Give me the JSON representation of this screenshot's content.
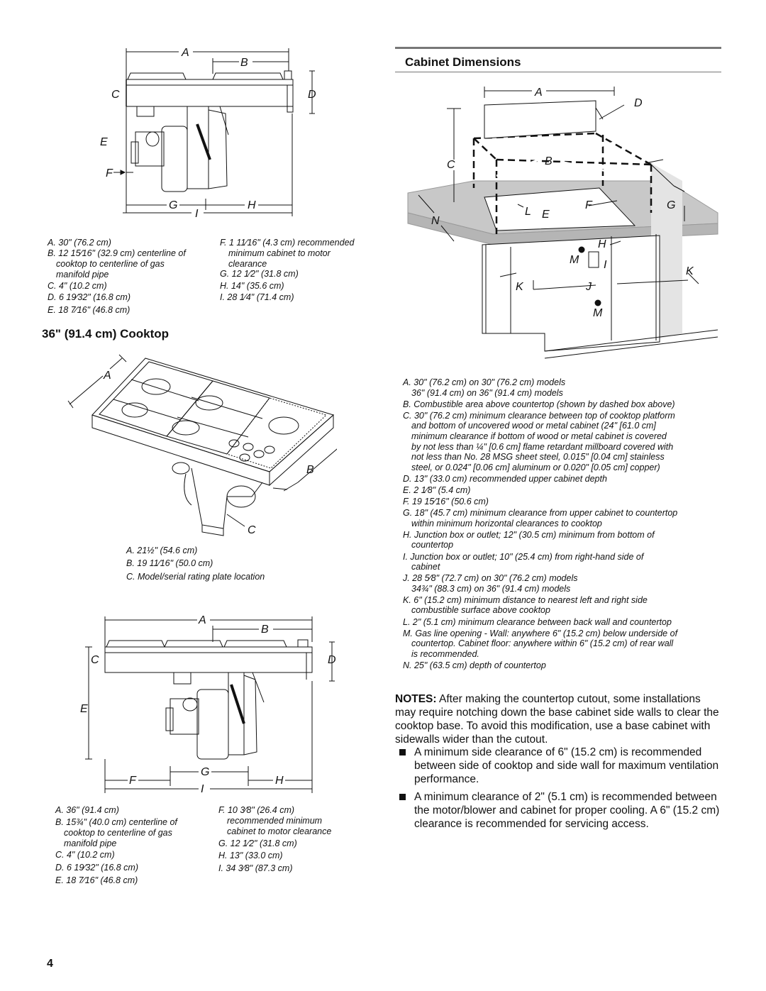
{
  "top_diagram": {
    "labels": {
      "A": "A",
      "B": "B",
      "C": "C",
      "D": "D",
      "E": "E",
      "F": "F",
      "G": "G",
      "H": "H",
      "I": "I"
    },
    "legend_left": [
      {
        "t": "A. 30\" (76.2 cm)"
      },
      {
        "t": "B. 12 15⁄16\" (32.9 cm) centerline of",
        "c": "cooktop to centerline of gas",
        "c2": "manifold pipe"
      },
      {
        "t": "C. 4\" (10.2 cm)"
      },
      {
        "t": "D. 6 19⁄32\" (16.8 cm)"
      },
      {
        "t": "E. 18 7⁄16\" (46.8 cm)"
      }
    ],
    "legend_right": [
      {
        "t": "F. 1 11⁄16\" (4.3 cm) recommended",
        "c": "minimum cabinet to motor",
        "c2": "clearance"
      },
      {
        "t": "G. 12 1⁄2\" (31.8 cm)"
      },
      {
        "t": "H. 14\" (35.6 cm)"
      },
      {
        "t": "I. 28 1⁄4\" (71.4 cm)"
      }
    ]
  },
  "section_36": {
    "heading": "36\" (91.4 cm) Cooktop",
    "iso_labels": {
      "A": "A",
      "B": "B",
      "C": "C"
    },
    "iso_legend": [
      "A. 21½\" (54.6 cm)",
      "B. 19 11⁄16\" (50.0 cm)",
      "C. Model/serial rating plate location"
    ],
    "side_labels": {
      "A": "A",
      "B": "B",
      "C": "C",
      "D": "D",
      "E": "E",
      "F": "F",
      "G": "G",
      "H": "H",
      "I": "I"
    },
    "legend_left": [
      {
        "t": "A. 36\" (91.4 cm)"
      },
      {
        "t": "B. 15¾\" (40.0 cm) centerline of",
        "c": "cooktop to centerline of gas",
        "c2": "manifold pipe"
      },
      {
        "t": "C. 4\" (10.2 cm)"
      },
      {
        "t": "D. 6 19⁄32\" (16.8 cm)"
      },
      {
        "t": "E. 18 7⁄16\" (46.8 cm)"
      }
    ],
    "legend_right": [
      {
        "t": "F. 10 3⁄8\" (26.4 cm)",
        "c": "recommended minimum",
        "c2": "cabinet to motor clearance"
      },
      {
        "t": "G. 12 1⁄2\" (31.8 cm)"
      },
      {
        "t": "H. 13\" (33.0 cm)"
      },
      {
        "t": "I. 34 3⁄8\" (87.3 cm)"
      }
    ]
  },
  "cabinet": {
    "heading": "Cabinet Dimensions",
    "labels": {
      "A": "A",
      "B": "B",
      "C": "C",
      "D": "D",
      "E": "E",
      "F": "F",
      "G": "G",
      "H": "H",
      "I": "I",
      "J": "J",
      "K": "K",
      "L": "L",
      "M": "M",
      "N": "N"
    },
    "legend": [
      {
        "t": "A. 30\" (76.2 cm) on 30\" (76.2 cm) models",
        "c": "36\" (91.4 cm) on 36\" (91.4 cm) models"
      },
      {
        "t": "B. Combustible area above countertop (shown by dashed box above)"
      },
      {
        "t": "C. 30\" (76.2 cm) minimum clearance between top of cooktop platform",
        "c": "and bottom of uncovered wood or metal cabinet (24\" [61.0 cm]",
        "c2": "minimum clearance if bottom of wood or metal cabinet is covered",
        "c3": "by not less than ¼\" [0.6 cm] flame retardant millboard covered with",
        "c4": "not less than No. 28 MSG sheet steel, 0.015\" [0.04 cm] stainless",
        "c5": "steel, or 0.024\" [0.06 cm] aluminum or 0.020\" [0.05 cm] copper)"
      },
      {
        "t": "D. 13\" (33.0 cm) recommended upper cabinet depth"
      },
      {
        "t": "E. 2 1⁄8\" (5.4 cm)"
      },
      {
        "t": "F. 19 15⁄16\" (50.6 cm)"
      },
      {
        "t": "G. 18\" (45.7 cm) minimum clearance from upper cabinet to countertop",
        "c": "within minimum horizontal clearances to cooktop"
      },
      {
        "t": "H. Junction box or outlet; 12\" (30.5 cm) minimum from bottom of",
        "c": "countertop"
      },
      {
        "t": "I. Junction box or outlet; 10\" (25.4 cm) from right-hand side of",
        "c": "cabinet"
      },
      {
        "t": "J. 28 5⁄8\" (72.7 cm) on 30\" (76.2 cm) models",
        "c": "34¾\" (88.3 cm) on 36\" (91.4 cm) models"
      },
      {
        "t": "K. 6\" (15.2 cm) minimum distance to nearest left and right side",
        "c": "combustible surface above cooktop"
      },
      {
        "t": "L. 2\" (5.1 cm) minimum clearance between back wall and countertop"
      },
      {
        "t": "M. Gas line opening - Wall: anywhere 6\" (15.2 cm) below underside of",
        "c": "countertop. Cabinet floor: anywhere within 6\" (15.2 cm) of rear wall",
        "c2": "is recommended."
      },
      {
        "t": "N. 25\" (63.5 cm) depth of countertop"
      }
    ],
    "notes_label": "NOTES:",
    "notes_text": " After making the countertop cutout, some installations may require notching down the base cabinet side walls to clear the cooktop base. To avoid this modification, use a base cabinet with sidewalls wider than the cutout.",
    "bullets": [
      "A minimum side clearance of 6\" (15.2 cm) is recommended between side of cooktop and side wall for maximum ventilation performance.",
      "A minimum clearance of 2\" (5.1 cm) is recommended between the motor/blower and cabinet for proper cooling. A 6\" (15.2 cm) clearance is recommended for servicing access."
    ]
  },
  "page_number": "4"
}
